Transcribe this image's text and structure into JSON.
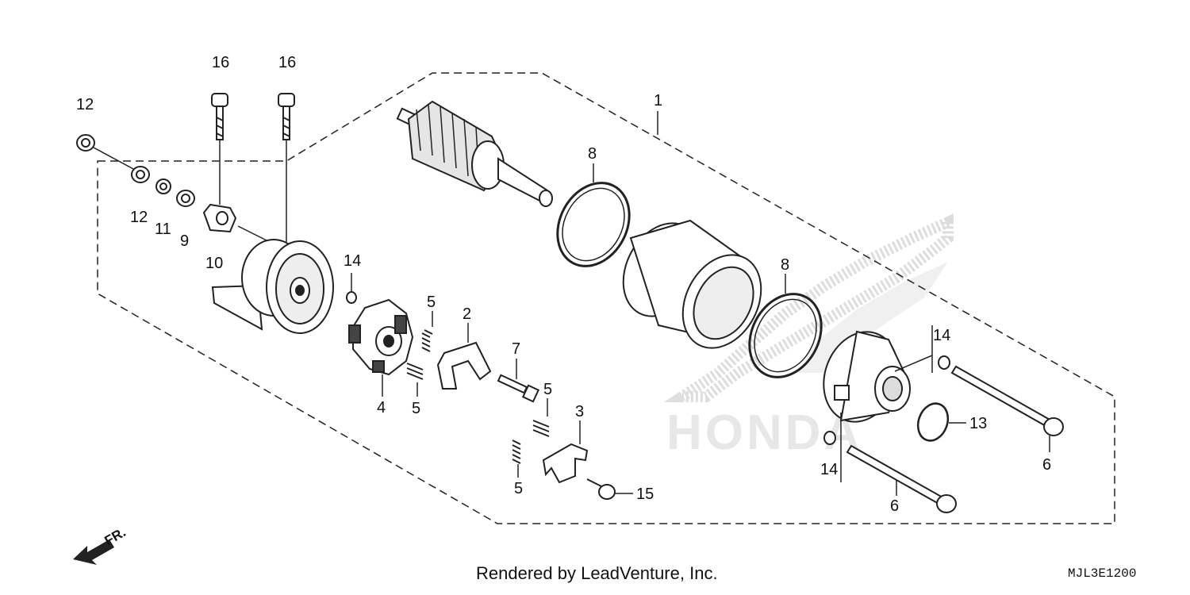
{
  "callouts": [
    "1",
    "2",
    "3",
    "4",
    "5",
    "6",
    "7",
    "8",
    "9",
    "10",
    "11",
    "12",
    "13",
    "14",
    "15",
    "16"
  ],
  "labels": {
    "p16a": "16",
    "p16b": "16",
    "p12a": "12",
    "p12b": "12",
    "p11": "11",
    "p9": "9",
    "p10": "10",
    "p14a": "14",
    "p14b": "14",
    "p14c": "14",
    "p1": "1",
    "p8a": "8",
    "p8b": "8",
    "p5a": "5",
    "p5b": "5",
    "p5c": "5",
    "p5d": "5",
    "p2": "2",
    "p4": "4",
    "p7": "7",
    "p3": "3",
    "p15": "15",
    "p13": "13",
    "p6a": "6",
    "p6b": "6"
  },
  "front_arrow_label": "FR.",
  "watermark_text": "HONDA",
  "footer": "Rendered by LeadVenture, Inc.",
  "diagram_code": "MJL3E1200",
  "colors": {
    "ink": "#111111",
    "watermark": "#bdbdbd"
  }
}
